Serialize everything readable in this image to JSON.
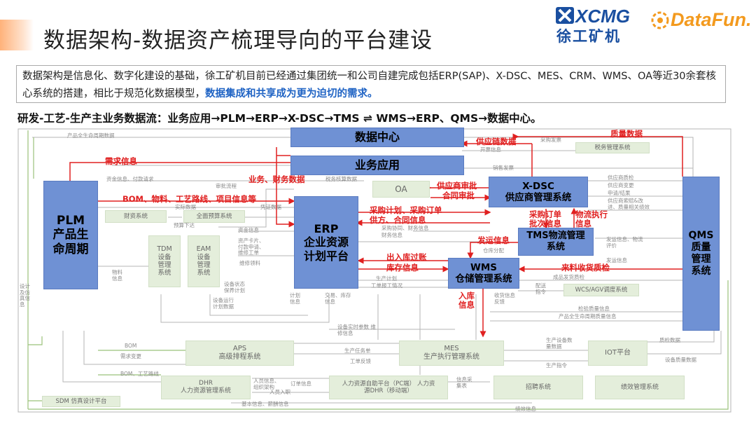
{
  "header": {
    "title": "数据架构-数据资产梳理导向的平台建设",
    "xcmg_en": "XCMG",
    "xcmg_cn": "徐工矿机",
    "datafun": "DataFun."
  },
  "intro": {
    "text": "数据架构是信息化、数字化建设的基础，徐工矿机目前已经通过集团统一和公司自建完成包括ERP(SAP)、X-DSC、MES、CRM、WMS、OA等近30余套核心系统的搭建，相比于规范化数据模型，",
    "highlight": "数据集成和共享成为更为迫切的需求。"
  },
  "flow_line": "研发-工艺-生产主业务数据流：业务应用→PLM→ERP→X-DSC→TMS ⇌ WMS→ERP、QMS→数据中心。",
  "colors": {
    "core_box": "#6f91d4",
    "sub_box": "#e4eedb",
    "red": "#e02020",
    "line": "#a9a9a9",
    "green_line": "#9bc27a"
  },
  "nodes": {
    "data_center": "数据中心",
    "biz_app": "业务应用",
    "plm": "PLM\n产品生\n命周期",
    "erp": "ERP\n企业资源\n计划平台",
    "xdsc": "X-DSC\n供应商管理系统",
    "tms": "TMS物流管理\n系统",
    "wms": "WMS\n仓储管理系统",
    "qms": "QMS\n质量\n管理\n系统",
    "oa": "OA",
    "tax": "税务管理系统",
    "finance": "财资系统",
    "budget": "全面预算系统",
    "tdm": "TDM\n设备\n管理\n系统",
    "eam": "EAM\n设备\n管理\n系统",
    "wcs": "WCS/AGV调度系统",
    "aps": "APS\n高级排程系统",
    "mes": "MES\n生产执行管理系统",
    "iot": "IOT平台",
    "dhr": "DHR\n人力资源管理系统",
    "hr_platform": "人力资源自助平台（PC端） 人力资\n源DHR（移动端）",
    "recruit": "招聘系统",
    "performance": "绩效管理系统",
    "sdm": "SDM 仿真设计平台"
  },
  "red_labels": {
    "quality_data": "质量数据",
    "supply_chain_data": "供应链数据",
    "demand_info": "需求信息",
    "biz_finance_data": "业务、财务数据",
    "supplier_approval": "供应商审批",
    "contract_approval": "合同审批",
    "bom_etc": "BOM、物料、工艺路线、项目信息等",
    "purchase_plan": "采购计划、采购订单",
    "supply_contract": "供方、合同信息",
    "po_batch": "采购订单\n批次信息",
    "logistics_exec": "物流执行\n信息",
    "shipping_info": "发运信息",
    "io_posting": "出入库过账",
    "inventory_info": "库存信息",
    "incoming_inspection": "来料收货质检",
    "inbound_info": "入库\n信息"
  },
  "gray_labels": {
    "plm_lifecycle": "产品全生命周期数据",
    "invoice": "开票信息",
    "purchase_invoice": "采购发票",
    "sales_invoice": "销售发票",
    "fund_payment": "资金信息、付款请求",
    "approval_process": "审批流程",
    "actual_data": "实际数据",
    "budget_issue": "预算下达",
    "voucher_data": "凭证数据",
    "asset_info": "资金信息",
    "asset_cards": "资产卡片、\n付款申请、\n维修工单",
    "repair_material": "维修领料",
    "tax_verify": "税务核算数据",
    "supplier_quality": "供应商质检",
    "supplier_change": "供应商变更",
    "apply_result": "申请/结果",
    "supplier_quality_score": "供应商索赔&改\n进、质量相关绩效",
    "purchase_finance": "采购协同、财务信息",
    "finance_info": "财务信息",
    "shipping_quality": "发运信息、物流\n评价",
    "warehouse_alloc": "仓库分配",
    "shipping_info_2": "发运信息",
    "delivery_info": "收货信息\n反馈",
    "dispatch_cmd": "配送\n指令",
    "finished_inspection": "成品发货质检",
    "device_status": "设备状态\n保养计划",
    "device_info": "设备运行\n计划数据",
    "device_realtime": "设备实时参数 维\n修信息",
    "inspection_quality": "检验质量信息",
    "plm_quality": "产品全生命周期质量信息",
    "plm_info": "物料\n信息",
    "plan_order": "生产计划",
    "work_report": "工单报工情况",
    "trade_stock": "交易、库存\n信息",
    "plan_info": "计划\n信息",
    "production_task": "生产任务单",
    "work_feedback": "工单反馈",
    "device_quality": "生产设备数\n量数据",
    "production_cmd": "生产指令",
    "quality_data_g": "质检数据",
    "device_quality_data": "设备质量数据",
    "bom_g": "BOM",
    "bom_route": "BOM、工艺路线",
    "demand_g": "需求变更",
    "design_info": "设计\n及仿\n真信\n息",
    "hr_info": "人员信息、\n组织架构",
    "order_info": "订单信息",
    "ip_info": "人员入职",
    "salary_info": "基本信息、薪酬信息",
    "info_collect": "信息采\n集表",
    "perf_info": "绩效信息"
  }
}
